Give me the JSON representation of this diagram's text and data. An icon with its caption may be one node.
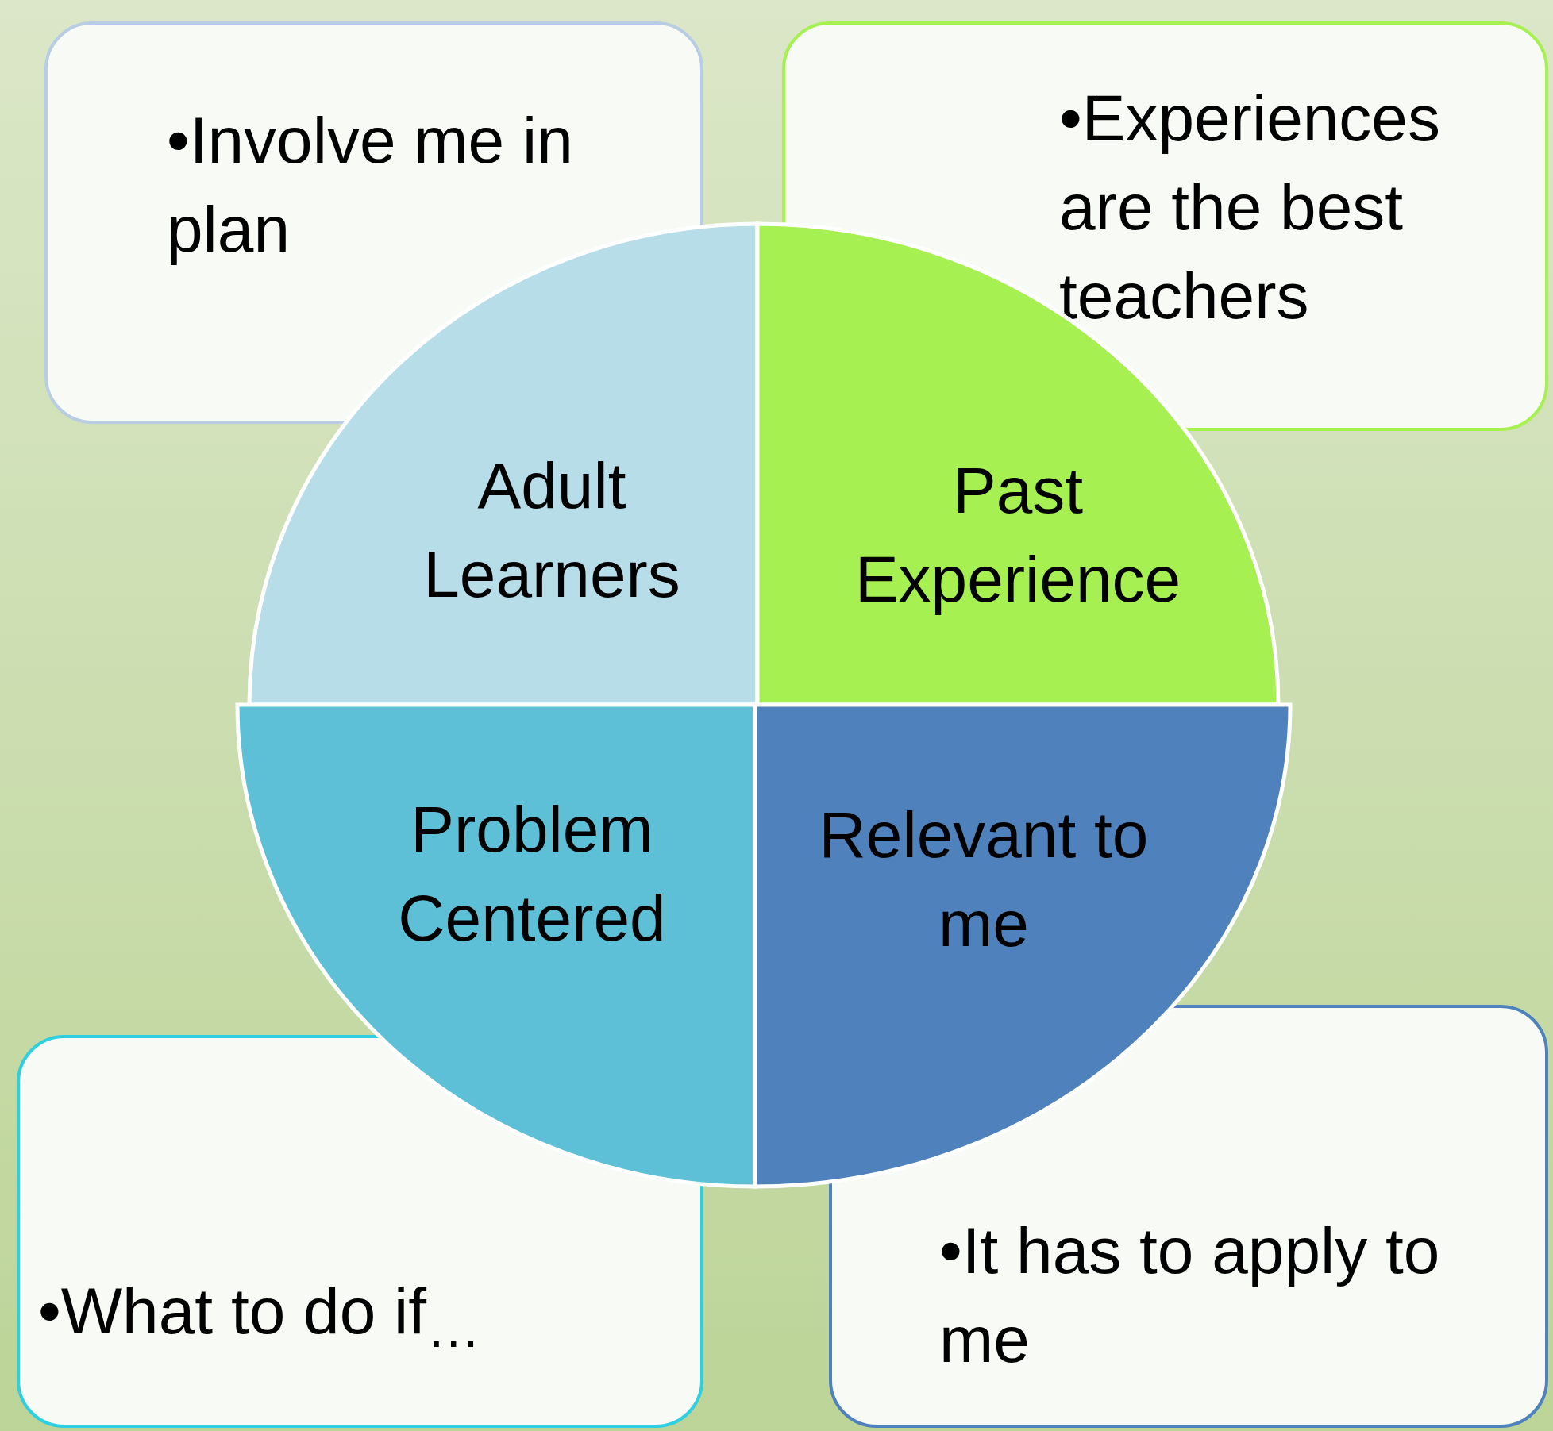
{
  "diagram": {
    "nodes": [
      {
        "text": [
          "•Involve me in plan"
        ]
      },
      {
        "text": [
          "•Experiences are the best teachers"
        ]
      },
      {
        "text": [
          "Adult Learners"
        ]
      },
      {
        "text": [
          "Past Experience"
        ]
      },
      {
        "text": [
          "Problem Centered"
        ]
      },
      {
        "text": [
          "Relevant to me"
        ]
      },
      {
        "text": [
          "•What to do if$_{…}$"
        ]
      },
      {
        "text": [
          "•It has to apply to me"
        ]
      }
    ],
    "edges": []
  }
}
